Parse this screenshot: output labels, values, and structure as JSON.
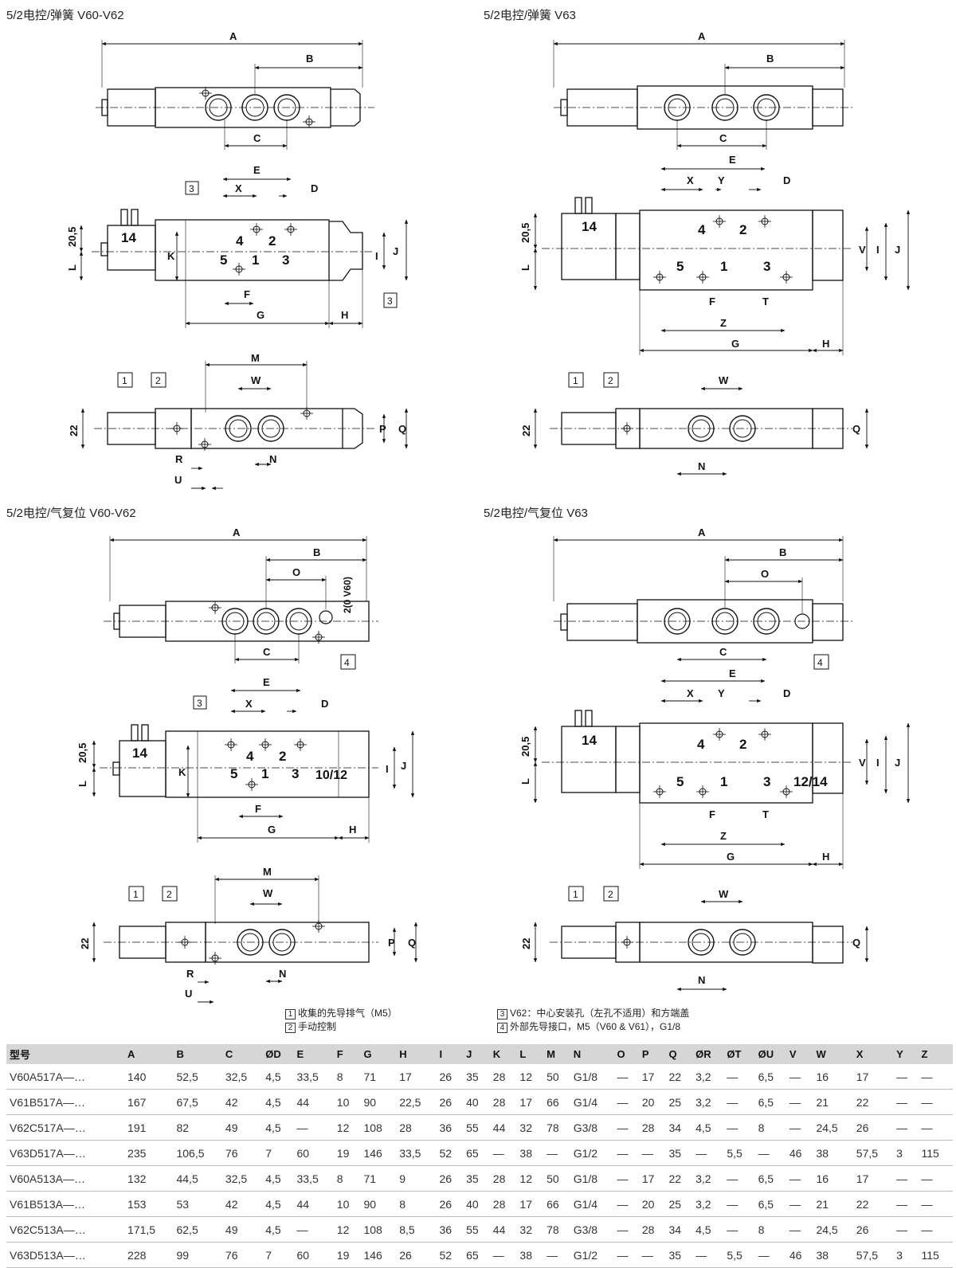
{
  "sections": [
    {
      "title": "5/2电控/弹簧 V60-V62"
    },
    {
      "title": "5/2电控/弹簧 V63"
    },
    {
      "title": "5/2电控/气复位 V60-V62"
    },
    {
      "title": "5/2电控/气复位 V63"
    }
  ],
  "labels": {
    "A": "A",
    "B": "B",
    "C": "C",
    "D": "D",
    "E": "E",
    "F": "F",
    "G": "G",
    "H": "H",
    "I": "I",
    "J": "J",
    "K": "K",
    "L": "L",
    "M": "M",
    "N": "N",
    "O": "O",
    "P": "P",
    "Q": "Q",
    "R": "R",
    "T": "T",
    "U": "U",
    "V": "V",
    "W": "W",
    "X": "X",
    "Y": "Y",
    "Z": "Z",
    "p14": "14",
    "p4": "4",
    "p2": "2",
    "p5": "5",
    "p1": "1",
    "p3": "3",
    "p1012": "10/12",
    "p1214": "12/14",
    "d205": "20,5",
    "d22": "22",
    "n1": "1",
    "n2": "2",
    "n3": "3",
    "n4": "4",
    "v60": "2(0 V60)",
    "one": "1",
    "zero": "0"
  },
  "legend": [
    {
      "num": "1",
      "text": "收集的先导排气（M5）"
    },
    {
      "num": "2",
      "text": "手动控制"
    },
    {
      "num": "3",
      "text": "V62：中心安装孔（左孔不适用）和方端盖"
    },
    {
      "num": "4",
      "text": "外部先导接口，M5（V60 & V61），G1/8"
    }
  ],
  "table": {
    "headers": [
      "型号",
      "A",
      "B",
      "C",
      "ØD",
      "E",
      "F",
      "G",
      "H",
      "I",
      "J",
      "K",
      "L",
      "M",
      "N",
      "O",
      "P",
      "Q",
      "ØR",
      "ØT",
      "ØU",
      "V",
      "W",
      "X",
      "Y",
      "Z"
    ],
    "rows": [
      [
        "V60A517A—…",
        "140",
        "52,5",
        "32,5",
        "4,5",
        "33,5",
        "8",
        "71",
        "17",
        "26",
        "35",
        "28",
        "12",
        "50",
        "G1/8",
        "—",
        "17",
        "22",
        "3,2",
        "—",
        "6,5",
        "—",
        "16",
        "17",
        "—",
        "—"
      ],
      [
        "V61B517A—…",
        "167",
        "67,5",
        "42",
        "4,5",
        "44",
        "10",
        "90",
        "22,5",
        "26",
        "40",
        "28",
        "17",
        "66",
        "G1/4",
        "—",
        "20",
        "25",
        "3,2",
        "—",
        "6,5",
        "—",
        "21",
        "22",
        "—",
        "—"
      ],
      [
        "V62C517A—…",
        "191",
        "82",
        "49",
        "4,5",
        "—",
        "12",
        "108",
        "28",
        "36",
        "55",
        "44",
        "32",
        "78",
        "G3/8",
        "—",
        "28",
        "34",
        "4,5",
        "—",
        "8",
        "—",
        "24,5",
        "26",
        "—",
        "—"
      ],
      [
        "V63D517A—…",
        "235",
        "106,5",
        "76",
        "7",
        "60",
        "19",
        "146",
        "33,5",
        "52",
        "65",
        "—",
        "38",
        "—",
        "G1/2",
        "—",
        "—",
        "35",
        "—",
        "5,5",
        "—",
        "46",
        "38",
        "57,5",
        "3",
        "115"
      ],
      [
        "V60A513A—…",
        "132",
        "44,5",
        "32,5",
        "4,5",
        "33,5",
        "8",
        "71",
        "9",
        "26",
        "35",
        "28",
        "12",
        "50",
        "G1/8",
        "—",
        "17",
        "22",
        "3,2",
        "—",
        "6,5",
        "—",
        "16",
        "17",
        "—",
        "—"
      ],
      [
        "V61B513A—…",
        "153",
        "53",
        "42",
        "4,5",
        "44",
        "10",
        "90",
        "8",
        "26",
        "40",
        "28",
        "17",
        "66",
        "G1/4",
        "—",
        "20",
        "25",
        "3,2",
        "—",
        "6,5",
        "—",
        "21",
        "22",
        "—",
        "—"
      ],
      [
        "V62C513A—…",
        "171,5",
        "62,5",
        "49",
        "4,5",
        "—",
        "12",
        "108",
        "8,5",
        "36",
        "55",
        "44",
        "32",
        "78",
        "G3/8",
        "—",
        "28",
        "34",
        "4,5",
        "—",
        "8",
        "—",
        "24,5",
        "26",
        "—",
        "—"
      ],
      [
        "V63D513A—…",
        "228",
        "99",
        "76",
        "7",
        "60",
        "19",
        "146",
        "26",
        "52",
        "65",
        "—",
        "38",
        "—",
        "G1/2",
        "—",
        "—",
        "35",
        "—",
        "5,5",
        "—",
        "46",
        "38",
        "57,5",
        "3",
        "115"
      ]
    ]
  }
}
